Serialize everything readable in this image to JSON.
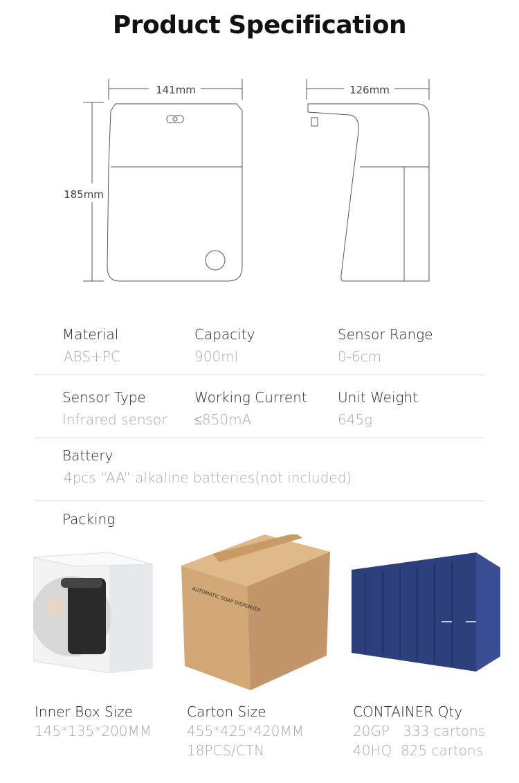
{
  "title": "Product Specification",
  "dimensions": {
    "width_front": "141mm",
    "height": "185mm",
    "width_side": "126mm"
  },
  "specs": [
    {
      "label": "Material",
      "value": "ABS+PC"
    },
    {
      "label": "Capacity",
      "value": "900ml"
    },
    {
      "label": "Sensor Range",
      "value": "0-6cm"
    },
    {
      "label": "Sensor Type",
      "value": "Infrared sensor"
    },
    {
      "label": "Working Current",
      "value": "≤850mA"
    },
    {
      "label": "Unit Weight",
      "value": "645g"
    },
    {
      "label": "Battery",
      "value": "4pcs “AA” alkaline batteries(not included)"
    }
  ],
  "packing": {
    "heading": "Packing",
    "inner_box": {
      "label": "Inner Box Size",
      "value": "145*135*200MM"
    },
    "carton": {
      "label": "Carton Size",
      "value": "455*425*420MM",
      "value2": "18PCS/CTN"
    },
    "container": {
      "label": "CONTAINER Qty",
      "rows": [
        "20GP   333 cartons",
        "40HQ  825 cartons"
      ]
    }
  },
  "colors": {
    "container": "#2e3f7e",
    "carton": "#d2a877",
    "inner_box_product": "#2a2a2a"
  }
}
